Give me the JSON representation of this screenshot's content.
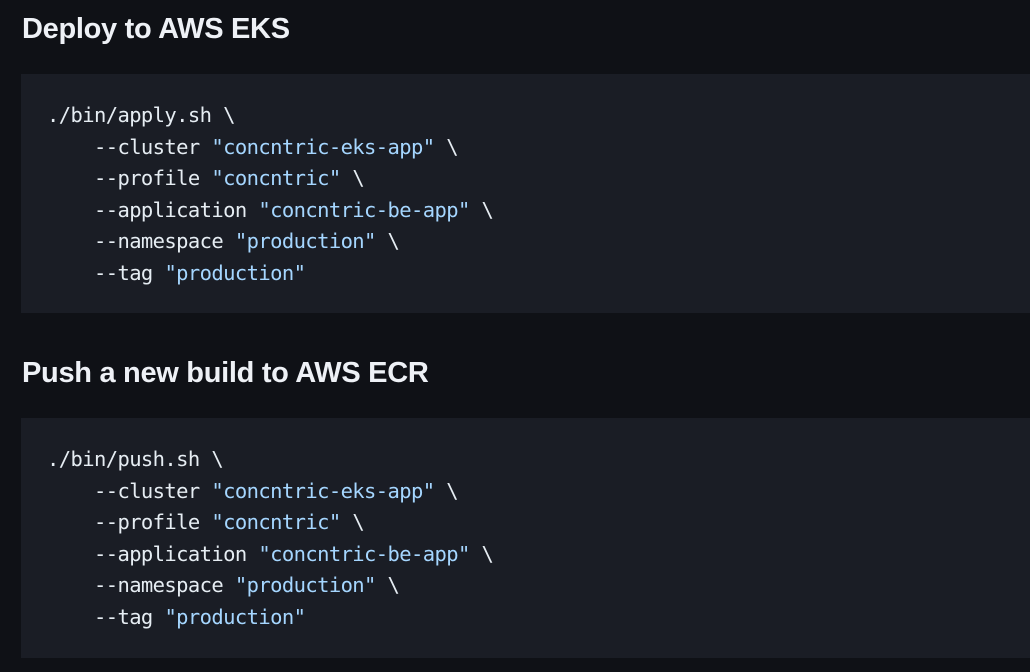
{
  "sections": [
    {
      "heading": "Deploy to AWS EKS",
      "command": "./bin/apply.sh",
      "args": [
        {
          "flag": "--cluster",
          "value": "\"concntric-eks-app\"",
          "cont": " \\"
        },
        {
          "flag": "--profile",
          "value": "\"concntric\"",
          "cont": " \\"
        },
        {
          "flag": "--application",
          "value": "\"concntric-be-app\"",
          "cont": " \\"
        },
        {
          "flag": "--namespace",
          "value": "\"production\"",
          "cont": " \\"
        },
        {
          "flag": "--tag",
          "value": "\"production\"",
          "cont": ""
        }
      ]
    },
    {
      "heading": "Push a new build to AWS ECR",
      "command": "./bin/push.sh",
      "args": [
        {
          "flag": "--cluster",
          "value": "\"concntric-eks-app\"",
          "cont": " \\"
        },
        {
          "flag": "--profile",
          "value": "\"concntric\"",
          "cont": " \\"
        },
        {
          "flag": "--application",
          "value": "\"concntric-be-app\"",
          "cont": " \\"
        },
        {
          "flag": "--namespace",
          "value": "\"production\"",
          "cont": " \\"
        },
        {
          "flag": "--tag",
          "value": "\"production\"",
          "cont": ""
        }
      ]
    }
  ],
  "line_continuation": " \\",
  "indent": "    ",
  "colors": {
    "background": "#0f1116",
    "code_background": "#1a1d25",
    "string": "#a5d6ff",
    "text": "#e6edf3"
  }
}
